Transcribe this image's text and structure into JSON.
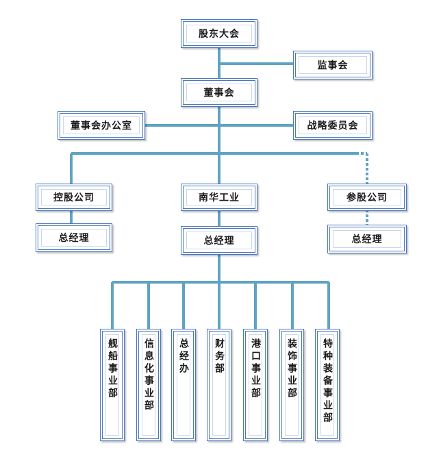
{
  "org": {
    "shareholders": "股东大会",
    "supervisors": "监事会",
    "board": "董事会",
    "board_office": "董事会办公室",
    "strategy_committee": "战略委员会",
    "holding_company": "控股公司",
    "holding_gm": "总经理",
    "nanhua": "南华工业",
    "nanhua_gm": "总经理",
    "participating_company": "参股公司",
    "participating_gm": "总经理",
    "departments": [
      "舰船事业部",
      "信息化事业部",
      "总经办",
      "财务部",
      "港口事业部",
      "装饰事业部",
      "特种装备事业部"
    ]
  },
  "colors": {
    "connector": "#5fa3c3",
    "box_border": "#4a78c0"
  }
}
